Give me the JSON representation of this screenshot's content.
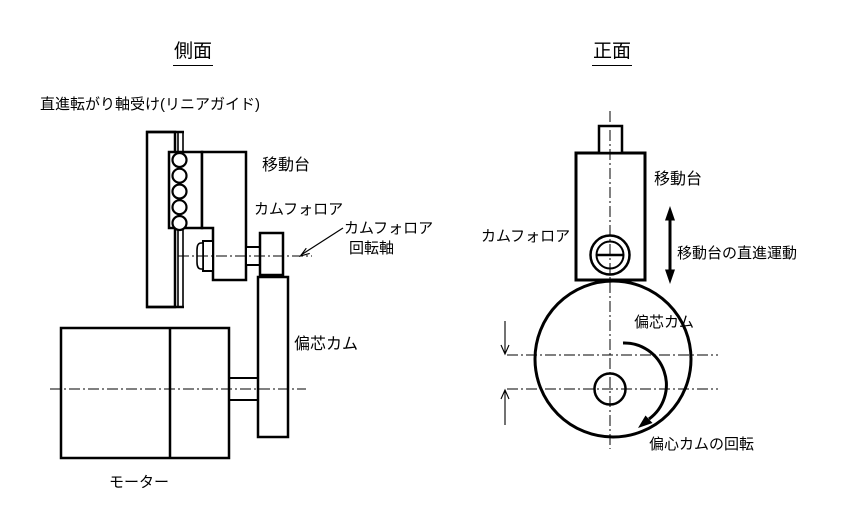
{
  "drawing": {
    "bg_color": "#ffffff",
    "line_color": "#000000"
  },
  "side_view": {
    "title": "側面",
    "labels": {
      "linear_guide": "直進転がり軸受け(リニアガイド)",
      "moving_table": "移動台",
      "cam_follower": "カムフォロア",
      "cam_follower_shaft_line1": "カムフォロア",
      "cam_follower_shaft_line2": "回転軸",
      "eccentric_cam": "偏芯カム",
      "motor": "モーター"
    }
  },
  "front_view": {
    "title": "正面",
    "labels": {
      "moving_table": "移動台",
      "cam_follower": "カムフォロア",
      "linear_motion": "移動台の直進運動",
      "eccentric_cam": "偏芯カム",
      "cam_rotation": "偏心カムの回転"
    }
  }
}
